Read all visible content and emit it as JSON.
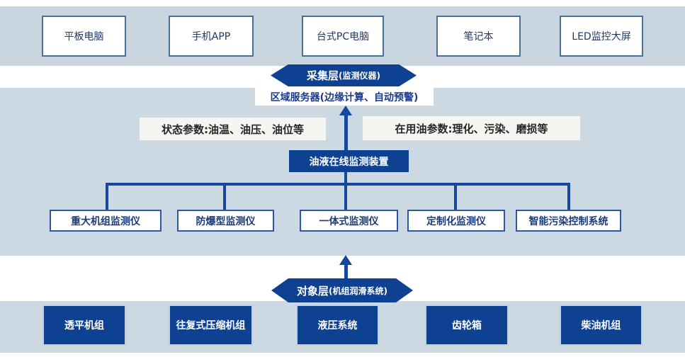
{
  "diagram": {
    "top_devices": [
      "平板电脑",
      "手机APP",
      "台式PC电脑",
      "笔记本",
      "LED监控大屏"
    ],
    "collection_layer": {
      "title": "采集层",
      "subtitle": "(监测仪器)"
    },
    "server_box": "区域服务器(边缘计算、自动预警)",
    "param_left": "状态参数:油温、油压、油位等",
    "param_right": "在用油参数:理化、污染、磨损等",
    "monitor_device": "油液在线监测装置",
    "monitors": [
      "重大机组监测仪",
      "防爆型监测仪",
      "一体式监测仪",
      "定制化监测仪",
      "智能污染控制系统"
    ],
    "object_layer": {
      "title": "对象层",
      "subtitle": " (机组润滑系统)"
    },
    "bottom_units": [
      "透平机组",
      "往复式压缩机组",
      "液压系统",
      "齿轮箱",
      "柴油机组"
    ],
    "colors": {
      "dark_blue": "#0e4191",
      "line_blue": "#17469e",
      "band_top": "#c9d5de",
      "band_blue": "#ccd9e3",
      "label_bg": "#f5f5f1",
      "device_border": "#4b7097",
      "monitor_border": "#2b57a3"
    }
  }
}
